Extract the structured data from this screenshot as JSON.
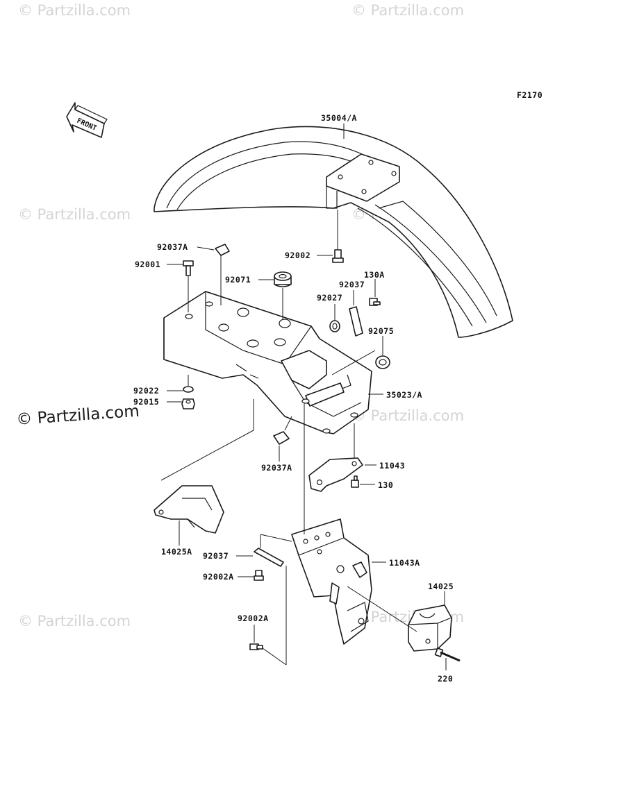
{
  "figure_code": "F2170",
  "front_arrow_label": "FRONT",
  "watermark": {
    "text": "© Partzilla.com"
  },
  "labels": {
    "fender_front": "35004/A",
    "fender_rear": "35023/A",
    "p92037a_top": "92037A",
    "p92001": "92001",
    "p92002_top": "92002",
    "p92071": "92071",
    "p92027": "92027",
    "p92037_top": "92037",
    "p130a": "130A",
    "p92075": "92075",
    "p92022": "92022",
    "p92015": "92015",
    "p92037a_bottom": "92037A",
    "p11043": "11043",
    "p130": "130",
    "p14025a": "14025A",
    "p92037_mid": "92037",
    "p11043a": "11043A",
    "p92002a_mid": "92002A",
    "p92002a_low": "92002A",
    "p14025": "14025",
    "p220": "220"
  }
}
